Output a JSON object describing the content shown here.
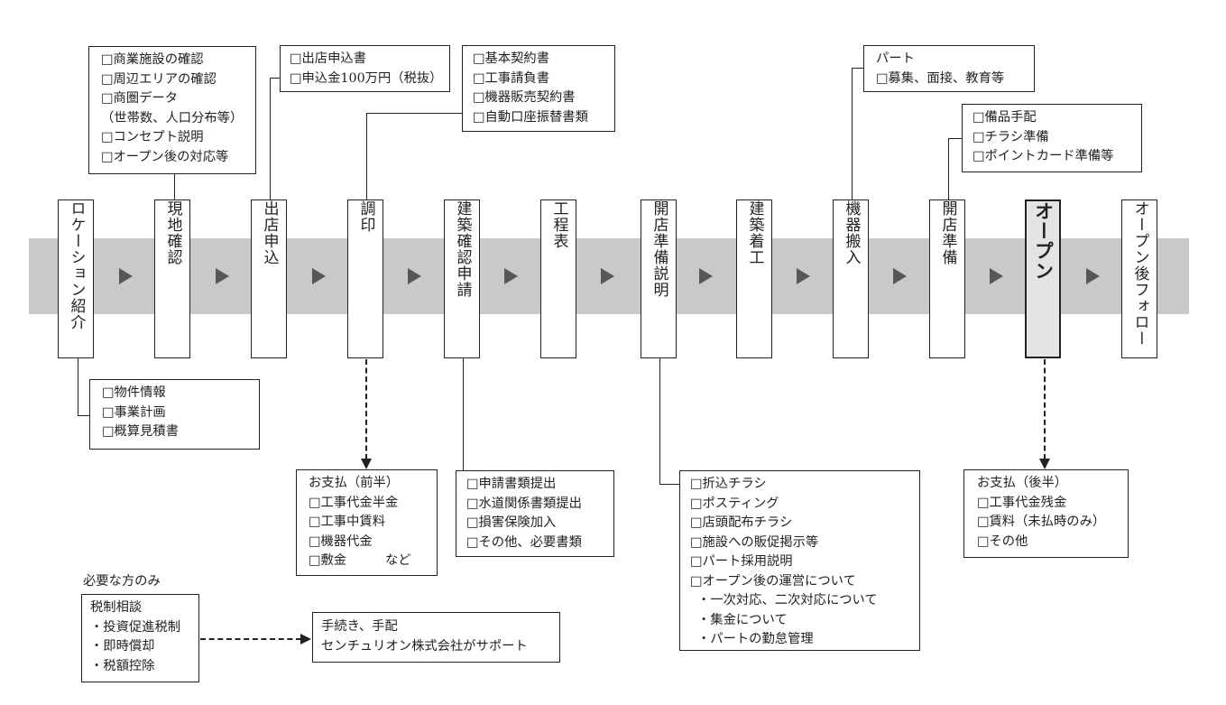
{
  "steps": [
    {
      "label": "ロケーション紹介"
    },
    {
      "label": "現地確認"
    },
    {
      "label": "出店申込"
    },
    {
      "label": "調印"
    },
    {
      "label": "建築確認申請"
    },
    {
      "label": "工程表"
    },
    {
      "label": "開店準備説明"
    },
    {
      "label": "建築着工"
    },
    {
      "label": "機器搬入"
    },
    {
      "label": "開店準備"
    },
    {
      "label": "オープン",
      "highlight": true
    },
    {
      "label": "オープン後フォロー"
    }
  ],
  "notes": {
    "location_intro": [
      "□物件情報",
      "□事業計画",
      "□概算見積書"
    ],
    "site_check": [
      "□商業施設の確認",
      "□周辺エリアの確認",
      "□商圏データ",
      "（世帯数、人口分布等）",
      "□コンセプト説明",
      "□オープン後の対応等"
    ],
    "application": [
      "□出店申込書",
      "□申込金100万円（税抜）"
    ],
    "signing": [
      "□基本契約書",
      "□工事請負書",
      "□機器販売契約書",
      "□自動口座振替書類"
    ],
    "payment_first": [
      "お支払（前半）",
      "□工事代金半金",
      "□工事中賃料",
      "□機器代金",
      "□敷金　　　など"
    ],
    "building_confirm": [
      "□申請書類提出",
      "□水道関係書類提出",
      "□損害保険加入",
      "□その他、必要書類"
    ],
    "opening_prep_explain": [
      "□折込チラシ",
      "□ポスティング",
      "□店頭配布チラシ",
      "□施設への販促掲示等",
      "□パート採用説明",
      "□オープン後の運営について",
      "・一次対応、二次対応について",
      "・集金について",
      "・パートの勤怠管理"
    ],
    "equipment": [
      "パート",
      "□募集、面接、教育等"
    ],
    "opening_prep": [
      "□備品手配",
      "□チラシ準備",
      "□ポイントカード準備等"
    ],
    "payment_second": [
      "お支払（後半）",
      "□工事代金残金",
      "□賃料（未払時のみ）",
      "□その他"
    ]
  },
  "optional": {
    "caption": "必要な方のみ",
    "tax_box": [
      "税制相談",
      "・投資促進税制",
      "・即時償却",
      "・税額控除"
    ],
    "support_box": [
      "手続き、手配",
      "センチュリオン株式会社がサポート"
    ]
  },
  "colors": {
    "band": "#c8c9cb",
    "arrow": "#555759",
    "highlight": "#e4e4e6",
    "line": "#222222"
  }
}
